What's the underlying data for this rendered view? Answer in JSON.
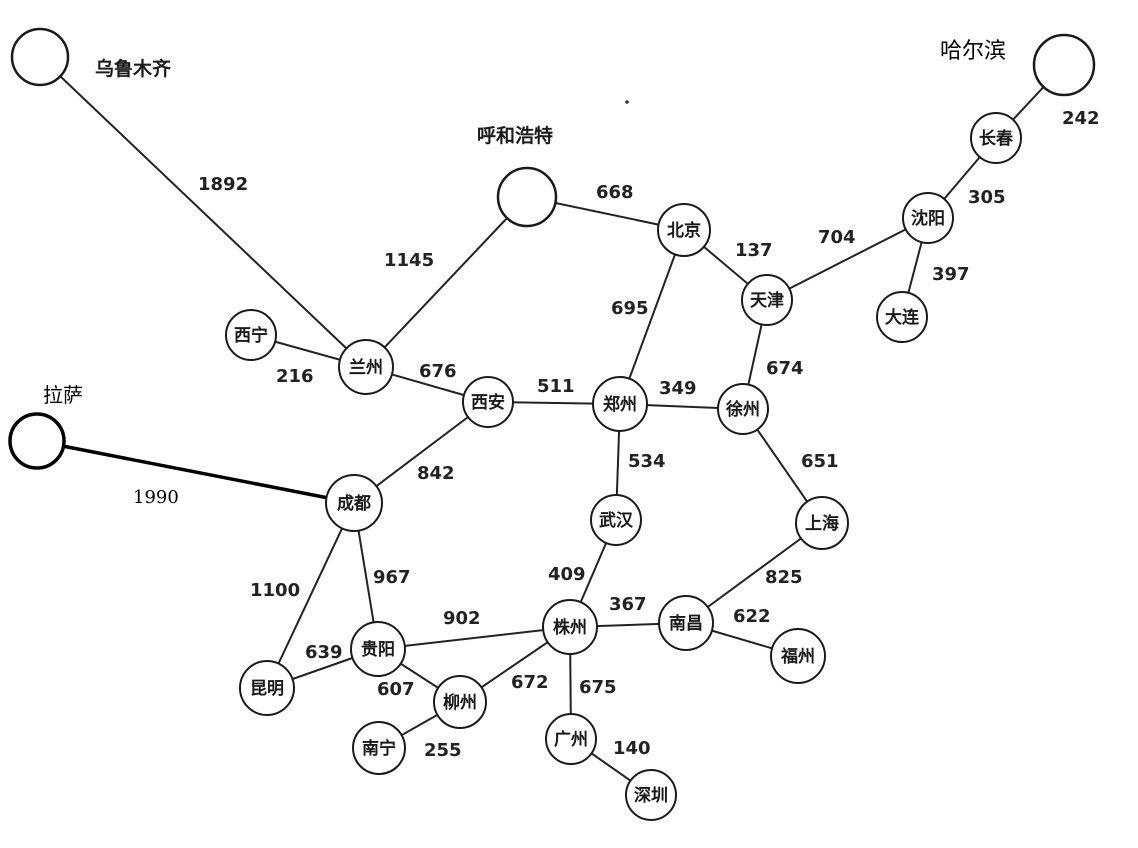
{
  "nodes": [
    {
      "id": "urumqi",
      "label": "乌鲁木齐"
    },
    {
      "id": "hohhot",
      "label": "呼和浩特"
    },
    {
      "id": "harbin",
      "label": "哈尔滨"
    },
    {
      "id": "changchun",
      "label": "长春"
    },
    {
      "id": "shenyang",
      "label": "沈阳"
    },
    {
      "id": "dalian",
      "label": "大连"
    },
    {
      "id": "beijing",
      "label": "北京"
    },
    {
      "id": "tianjin",
      "label": "天津"
    },
    {
      "id": "xining",
      "label": "西宁"
    },
    {
      "id": "lanzhou",
      "label": "兰州"
    },
    {
      "id": "lasa",
      "label": "拉萨"
    },
    {
      "id": "xian",
      "label": "西安"
    },
    {
      "id": "zhengzhou",
      "label": "郑州"
    },
    {
      "id": "xuzhou",
      "label": "徐州"
    },
    {
      "id": "chengdu",
      "label": "成都"
    },
    {
      "id": "wuhan",
      "label": "武汉"
    },
    {
      "id": "shanghai",
      "label": "上海"
    },
    {
      "id": "guiyang",
      "label": "贵阳"
    },
    {
      "id": "zhuzhou",
      "label": "株州"
    },
    {
      "id": "nanchang",
      "label": "南昌"
    },
    {
      "id": "fuzhou",
      "label": "福州"
    },
    {
      "id": "kunming",
      "label": "昆明"
    },
    {
      "id": "liuzhou",
      "label": "柳州"
    },
    {
      "id": "nanning",
      "label": "南宁"
    },
    {
      "id": "guangzhou",
      "label": "广州"
    },
    {
      "id": "shenzhen",
      "label": "深圳"
    }
  ],
  "edges": [
    {
      "from": "urumqi",
      "to": "lanzhou",
      "weight": "1892"
    },
    {
      "from": "lanzhou",
      "to": "hohhot",
      "weight": "1145"
    },
    {
      "from": "hohhot",
      "to": "beijing",
      "weight": "668"
    },
    {
      "from": "beijing",
      "to": "tianjin",
      "weight": "137"
    },
    {
      "from": "beijing",
      "to": "zhengzhou",
      "weight": "695"
    },
    {
      "from": "tianjin",
      "to": "shenyang",
      "weight": "704"
    },
    {
      "from": "shenyang",
      "to": "changchun",
      "weight": "305"
    },
    {
      "from": "changchun",
      "to": "harbin",
      "weight": "242"
    },
    {
      "from": "shenyang",
      "to": "dalian",
      "weight": "397"
    },
    {
      "from": "tianjin",
      "to": "xuzhou",
      "weight": "674"
    },
    {
      "from": "xining",
      "to": "lanzhou",
      "weight": "216"
    },
    {
      "from": "lanzhou",
      "to": "xian",
      "weight": "676"
    },
    {
      "from": "xian",
      "to": "zhengzhou",
      "weight": "511"
    },
    {
      "from": "zhengzhou",
      "to": "xuzhou",
      "weight": "349"
    },
    {
      "from": "xuzhou",
      "to": "shanghai",
      "weight": "651"
    },
    {
      "from": "zhengzhou",
      "to": "wuhan",
      "weight": "534"
    },
    {
      "from": "xian",
      "to": "chengdu",
      "weight": "842"
    },
    {
      "from": "lasa",
      "to": "chengdu",
      "weight": "1990"
    },
    {
      "from": "chengdu",
      "to": "kunming",
      "weight": "1100"
    },
    {
      "from": "chengdu",
      "to": "guiyang",
      "weight": "967"
    },
    {
      "from": "wuhan",
      "to": "zhuzhou",
      "weight": "409"
    },
    {
      "from": "shanghai",
      "to": "nanchang",
      "weight": "825"
    },
    {
      "from": "guiyang",
      "to": "zhuzhou",
      "weight": "902"
    },
    {
      "from": "zhuzhou",
      "to": "nanchang",
      "weight": "367"
    },
    {
      "from": "nanchang",
      "to": "fuzhou",
      "weight": "622"
    },
    {
      "from": "kunming",
      "to": "guiyang",
      "weight": "639"
    },
    {
      "from": "guiyang",
      "to": "liuzhou",
      "weight": "607"
    },
    {
      "from": "liuzhou",
      "to": "zhuzhou",
      "weight": "672"
    },
    {
      "from": "zhuzhou",
      "to": "guangzhou",
      "weight": "675"
    },
    {
      "from": "liuzhou",
      "to": "nanning",
      "weight": "255"
    },
    {
      "from": "guangzhou",
      "to": "shenzhen",
      "weight": "140"
    }
  ]
}
